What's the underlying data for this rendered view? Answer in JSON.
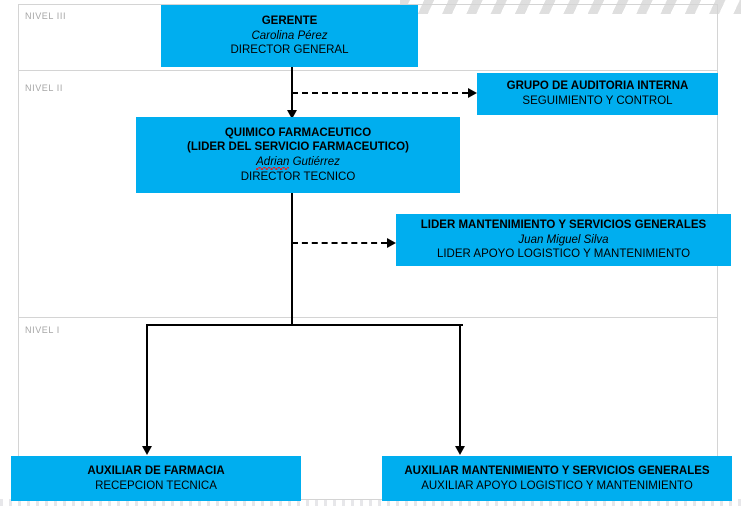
{
  "diagram": {
    "title": "Organigrama",
    "accent_color": "#00AEEF",
    "level_label_color": "#A6A6A6",
    "connector_color": "#000000",
    "frame_color": "#D4D4D4"
  },
  "levels": [
    {
      "id": "nivel-3",
      "label": "NIVEL III"
    },
    {
      "id": "nivel-2",
      "label": "NIVEL II"
    },
    {
      "id": "nivel-1",
      "label": "NIVEL I"
    }
  ],
  "nodes": {
    "gerente": {
      "title": "GERENTE",
      "person": "Carolina Pérez",
      "role": "DIRECTOR GENERAL",
      "level": "NIVEL III"
    },
    "auditoria": {
      "title": "GRUPO DE AUDITORIA INTERNA",
      "role": "SEGUIMIENTO Y CONTROL",
      "level": "NIVEL II"
    },
    "quimico": {
      "title_line1": "QUIMICO FARMACEUTICO",
      "title_line2": "(LIDER DEL SERVICIO FARMACEUTICO)",
      "person": "Adrian",
      "person_rest": " Gutiérrez",
      "role": "DIRECTOR TECNICO",
      "level": "NIVEL II",
      "spellcheck_flagged": "Adrian"
    },
    "mantenimiento": {
      "title": "LIDER MANTENIMIENTO Y SERVICIOS GENERALES",
      "person": "Juan Miguel Silva",
      "role": "LIDER APOYO LOGISTICO Y MANTENIMIENTO",
      "level": "NIVEL II"
    },
    "auxiliar_farmacia": {
      "title": "AUXILIAR DE FARMACIA",
      "role": "RECEPCION TECNICA",
      "level": "NIVEL I"
    },
    "auxiliar_mantenimiento": {
      "title": "AUXILIAR MANTENIMIENTO Y SERVICIOS GENERALES",
      "role": "AUXILIAR APOYO LOGISTICO Y MANTENIMIENTO",
      "level": "NIVEL I"
    }
  },
  "connectors": [
    {
      "from": "gerente",
      "to": "quimico",
      "style": "solid",
      "arrow": "down"
    },
    {
      "from": "gerente",
      "to": "auditoria",
      "style": "dashed",
      "arrow": "right"
    },
    {
      "from": "quimico",
      "to": "mantenimiento",
      "style": "dashed",
      "arrow": "right"
    },
    {
      "from": "quimico",
      "to": "auxiliar_farmacia",
      "style": "solid",
      "arrow": "down"
    },
    {
      "from": "quimico",
      "to": "auxiliar_mantenimiento",
      "style": "solid",
      "arrow": "down"
    }
  ]
}
